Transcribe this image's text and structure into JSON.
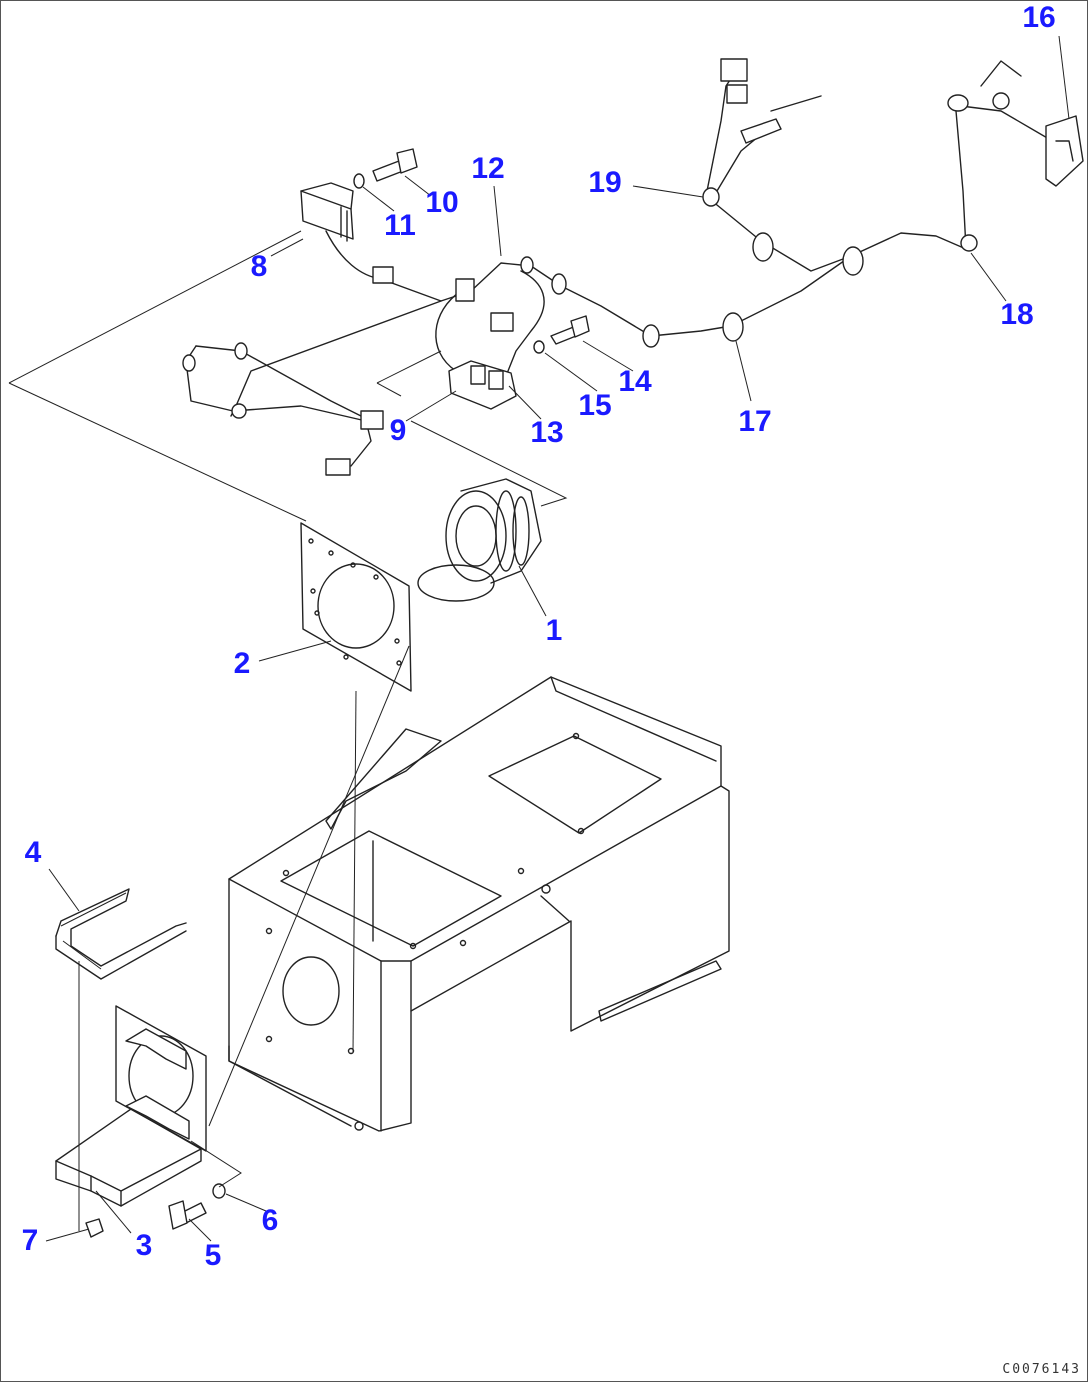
{
  "diagram": {
    "drawing_code": "C0076143",
    "callouts": [
      "1",
      "2",
      "3",
      "4",
      "5",
      "6",
      "7",
      "8",
      "9",
      "10",
      "11",
      "12",
      "13",
      "14",
      "15",
      "16",
      "17",
      "18",
      "19"
    ],
    "accent_color": "#1a1aff"
  }
}
